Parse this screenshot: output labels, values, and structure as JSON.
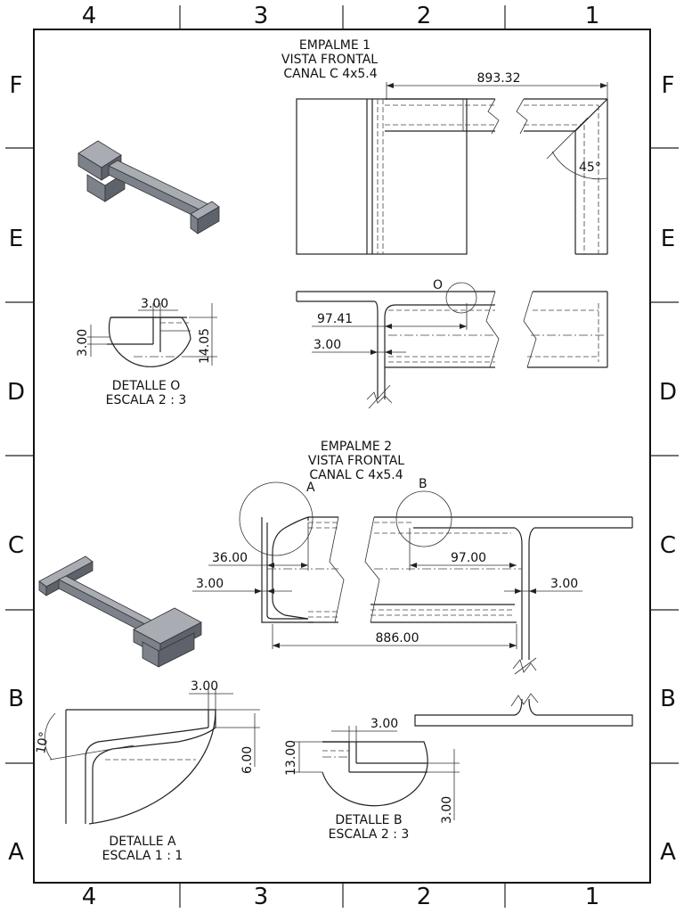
{
  "zones": {
    "columns": [
      "4",
      "3",
      "2",
      "1"
    ],
    "rows": [
      "F",
      "E",
      "D",
      "C",
      "B",
      "A"
    ]
  },
  "empalme1": {
    "title": "EMPALME 1",
    "subtitle": "VISTA FRONTAL",
    "profile": "CANAL C 4x5.4",
    "dim_length": "893.32",
    "dim_angle": "45°",
    "dim_offset": "97.41",
    "dim_thickness": "3.00",
    "callout": "O"
  },
  "detalle_o": {
    "dim_top": "3.00",
    "dim_left": "3.00",
    "dim_height": "14.05",
    "title": "DETALLE O",
    "scale": "ESCALA 2 : 3"
  },
  "empalme2": {
    "title": "EMPALME 2",
    "subtitle": "VISTA FRONTAL",
    "profile": "CANAL C 4x5.4",
    "callout_a": "A",
    "callout_b": "B",
    "dim_a1": "36.00",
    "dim_a2": "3.00",
    "dim_b1": "97.00",
    "dim_b2": "3.00",
    "dim_total": "886.00"
  },
  "detalle_a": {
    "dim_top": "3.00",
    "dim_angle": "10°",
    "dim_side": "6.00",
    "title": "DETALLE A",
    "scale": "ESCALA 1 : 1"
  },
  "detalle_b": {
    "dim_top": "3.00",
    "dim_left": "13.00",
    "dim_bottom": "3.00",
    "title": "DETALLE B",
    "scale": "ESCALA 2 : 3"
  }
}
